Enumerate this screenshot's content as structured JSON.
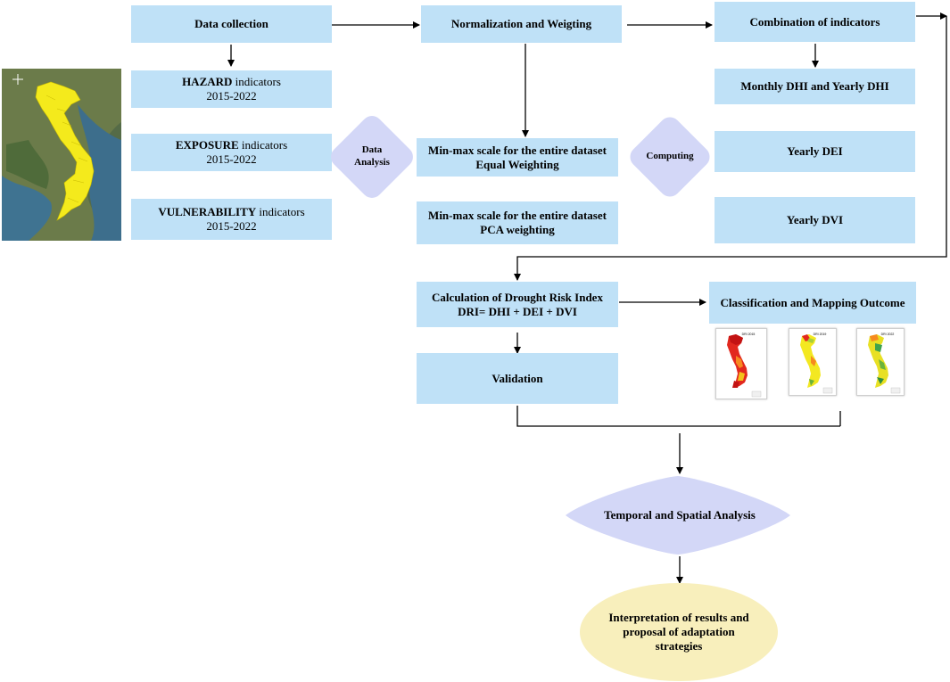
{
  "boxes": {
    "data_collection": "Data collection",
    "normalization": "Normalization and Weigting",
    "combination": "Combination of indicators",
    "hazard": {
      "bold": "HAZARD",
      "rest": " indicators",
      "years": "2015-2022"
    },
    "exposure": {
      "bold": "EXPOSURE",
      "rest": " indicators",
      "years": "2015-2022"
    },
    "vulnerability": {
      "bold": "VULNERABILITY",
      "rest": " indicators",
      "years": "2015-2022"
    },
    "minmax_equal": {
      "line1": "Min-max scale for the entire dataset",
      "line2": "Equal Weighting"
    },
    "minmax_pca": {
      "line1": "Min-max scale for the entire dataset",
      "line2": "PCA weighting"
    },
    "dhi": "Monthly DHI and Yearly DHI",
    "dei": "Yearly DEI",
    "dvi": "Yearly DVI",
    "dri": {
      "line1": "Calculation of Drought Risk Index",
      "line2": "DRI= DHI + DEI + DVI"
    },
    "classification": "Classification and Mapping Outcome",
    "validation": "Validation"
  },
  "diamonds": {
    "data_analysis": {
      "line1": "Data",
      "line2": "Analysis"
    },
    "computing": "Computing",
    "temporal": "Temporal and Spatial Analysis"
  },
  "oval": {
    "line1": "Interpretation of results and",
    "line2": "proposal of adaptation",
    "line3": "strategies"
  },
  "maps": [
    {
      "title": "DRI 2015"
    },
    {
      "title": "DRI 2019"
    },
    {
      "title": "DRI 2022"
    }
  ],
  "colors": {
    "box_fill": "#bfe1f7",
    "diamond_fill": "#d3d7f7",
    "oval_fill": "#f8efbc",
    "highlight_yellow": "#f4ea1c"
  }
}
